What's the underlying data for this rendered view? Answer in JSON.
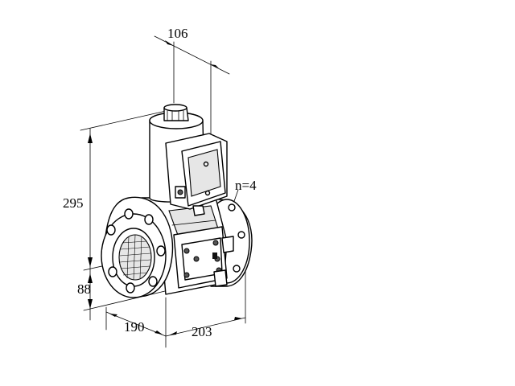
{
  "dimensions": {
    "top_width": "106",
    "height_total": "295",
    "height_lower": "88",
    "length_face": "190",
    "length_side": "203",
    "bolt_count": "n=4"
  }
}
